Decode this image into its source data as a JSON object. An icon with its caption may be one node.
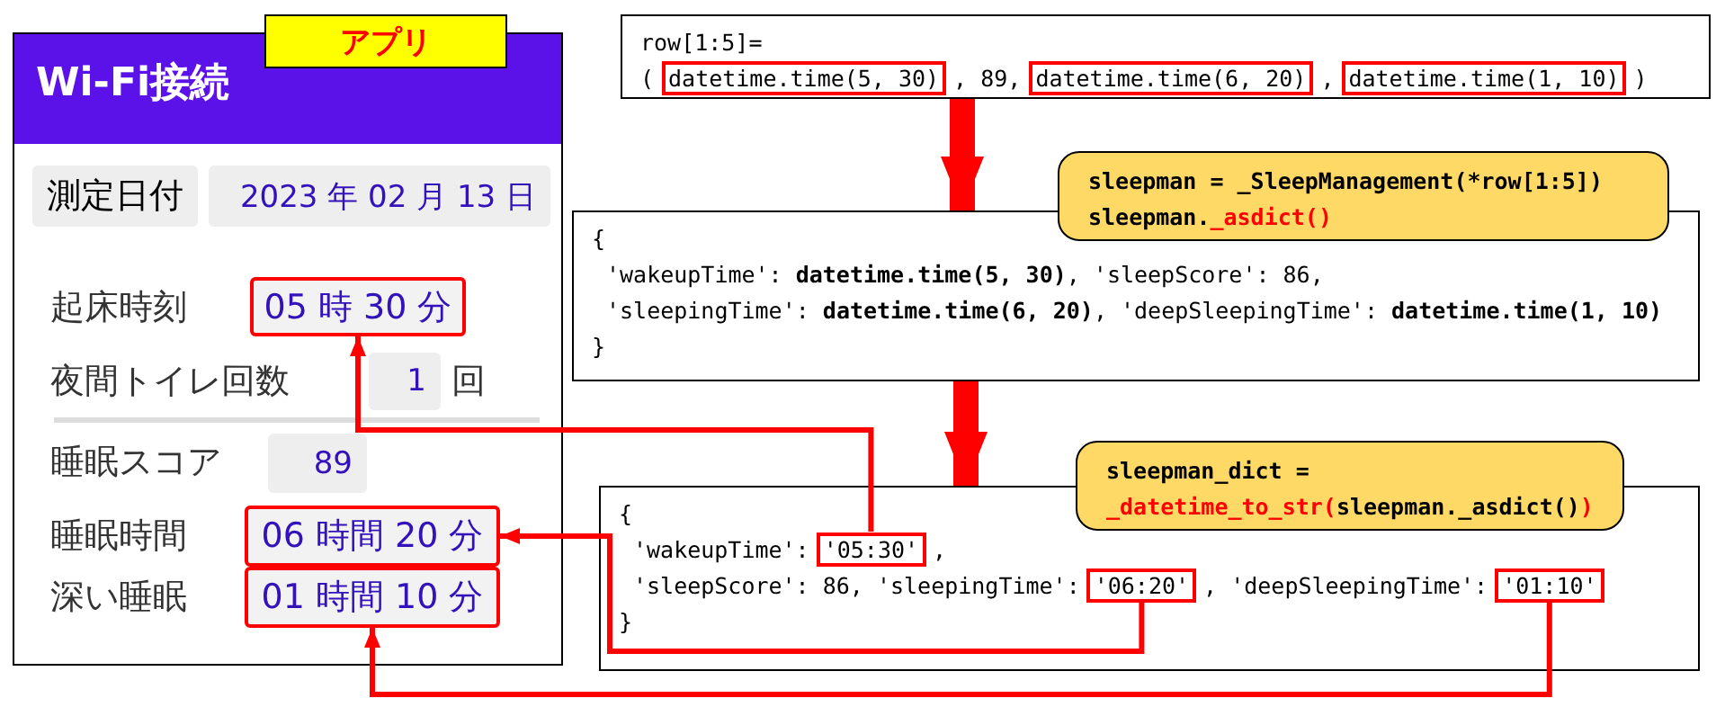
{
  "diagram": {
    "nodes": [
      {
        "text": [
          "Wi-Fi接続"
        ]
      },
      {
        "text": [
          "アプリ"
        ]
      },
      {
        "text": [
          "測定日付"
        ],
        "in": 0
      },
      {
        "text": [
          "2023 年 02 月 13 日"
        ],
        "in": 0
      },
      {
        "text": [
          "05 時 30 分"
        ],
        "in": 0
      },
      {
        "text": [
          "1"
        ],
        "in": 0
      },
      {
        "text": [
          "89"
        ],
        "in": 0
      },
      {
        "text": [
          "06 時間 20 分"
        ],
        "in": 0
      },
      {
        "text": [
          "01 時間 10 分"
        ],
        "in": 0
      },
      {
        "text": [
          "row[1:5]=",
          "(",
          ", 89,",
          ",",
          ")"
        ]
      },
      {
        "text": [
          "datetime.time(5, 30)"
        ],
        "in": 9
      },
      {
        "text": [
          "datetime.time(6, 20)"
        ],
        "in": 9
      },
      {
        "text": [
          "datetime.time(1, 10)"
        ],
        "in": 9
      },
      {
        "text": [
          "sleepman = _SleepManagement(*row[1:5])",
          "sleepman.",
          "_asdict()"
        ]
      },
      {
        "text": [
          "{",
          "'wakeupTime': **datetime.time(5, 30)**, 'sleepScore': 86,",
          "'sleepingTime': **datetime.time(6, 20)**, 'deepSleepingTime': **datetime.time(1, 10)**",
          "}"
        ]
      },
      {
        "text": [
          "sleepman_dict =",
          "_datetime_to_str(",
          "sleepman._asdict()",
          ")"
        ]
      },
      {
        "text": [
          "{",
          "'wakeupTime':",
          ",",
          "'sleepScore': 86, 'sleepingTime':",
          ", 'deepSleepingTime':",
          "}"
        ]
      },
      {
        "text": [
          "'05:30'"
        ],
        "in": 16
      },
      {
        "text": [
          "'06:20'"
        ],
        "in": 16
      },
      {
        "text": [
          "'01:10'"
        ],
        "in": 16
      }
    ],
    "edges": [
      {
        "from": 9,
        "to": 14,
        "arrow": "to",
        "style": "thick"
      },
      {
        "from": 14,
        "to": 16,
        "arrow": "to",
        "style": "thick"
      },
      {
        "from": 17,
        "to": 4,
        "arrow": "to"
      },
      {
        "from": 18,
        "to": 7,
        "arrow": "to"
      },
      {
        "from": 19,
        "to": 8,
        "arrow": "to"
      }
    ],
    "labels": [
      "起床時刻",
      "夜間トイレ回数",
      "回",
      "睡眠スコア",
      "睡眠時間",
      "深い睡眠"
    ]
  }
}
